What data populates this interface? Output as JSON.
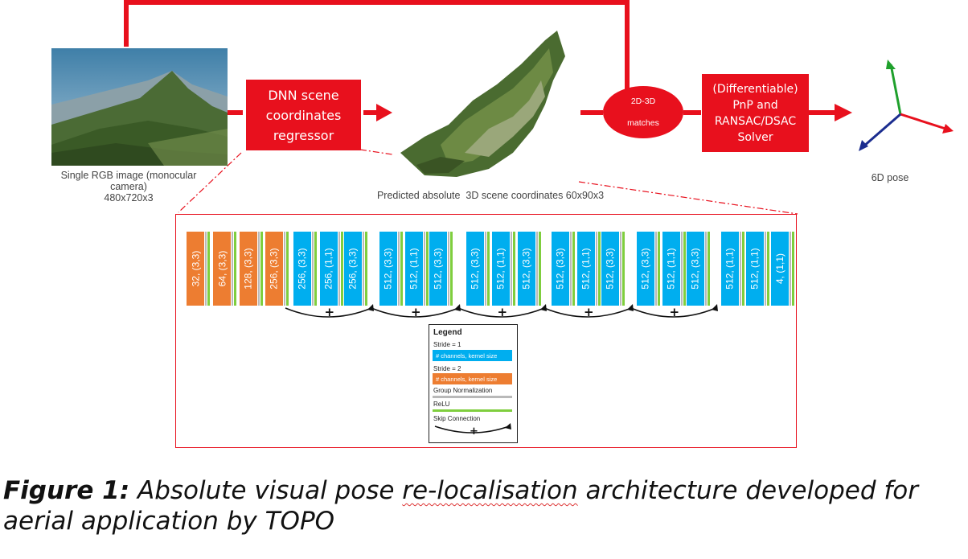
{
  "pipeline": {
    "input_caption_1": "Single RGB image (monocular",
    "input_caption_2": "camera)",
    "input_caption_3": "480x720x3",
    "dnn_box_1": "DNN scene",
    "dnn_box_2": "coordinates",
    "dnn_box_3": "regressor",
    "scene_caption": "Predicted absolute  3D scene coordinates 60x90x3",
    "matches_1": "2D-3D",
    "matches_2": "matches",
    "solver_1": "(Differentiable)",
    "solver_2": "PnP and",
    "solver_3": "RANSAC/DSAC",
    "solver_4": "Solver",
    "pose_caption": "6D pose"
  },
  "layers": [
    {
      "label": "32, (3,3)",
      "stride": 2
    },
    {
      "label": "64, (3,3)",
      "stride": 2
    },
    {
      "label": "128, (3,3)",
      "stride": 2
    },
    {
      "label": "256, (3,3)",
      "stride": 2
    },
    {
      "label": "256, (3,3)",
      "stride": 1
    },
    {
      "label": "256, (1,1)",
      "stride": 1
    },
    {
      "label": "256, (3,3)",
      "stride": 1
    },
    {
      "label": "512, (3,3)",
      "stride": 1
    },
    {
      "label": "512, (1,1)",
      "stride": 1
    },
    {
      "label": "512, (3,3)",
      "stride": 1
    },
    {
      "label": "512, (3,3)",
      "stride": 1
    },
    {
      "label": "512, (1,1)",
      "stride": 1
    },
    {
      "label": "512, (3,3)",
      "stride": 1
    },
    {
      "label": "512, (3,3)",
      "stride": 1
    },
    {
      "label": "512, (1,1)",
      "stride": 1
    },
    {
      "label": "512, (3,3)",
      "stride": 1
    },
    {
      "label": "512, (3,3)",
      "stride": 1
    },
    {
      "label": "512, (1,1)",
      "stride": 1
    },
    {
      "label": "512, (3,3)",
      "stride": 1
    },
    {
      "label": "512, (1,1)",
      "stride": 1
    },
    {
      "label": "512, (1,1)",
      "stride": 1
    },
    {
      "label": "4, (1,1)",
      "stride": 1
    }
  ],
  "skip_symbol": "+",
  "legend": {
    "title": "Legend",
    "stride1": "Stride = 1",
    "swatch1": "# channels, kernel size",
    "stride2": "Stride = 2",
    "swatch2": "# channels, kernel size",
    "group_norm": "Group Normalization",
    "relu": "ReLU",
    "skip": "Skip Connection"
  },
  "colors": {
    "accent_red": "#e8101d",
    "stride1_blue": "#00aeef",
    "stride2_orange": "#ed7d31",
    "relu_green": "#7fce3e",
    "groupnorm_grey": "#b9b9b9"
  },
  "caption": {
    "label": "Figure 1:",
    "text_1a": " Absolute visual pose ",
    "text_1b": "re-localisation",
    "text_1c": " architecture developed for",
    "text_2": "aerial application by TOPO"
  }
}
